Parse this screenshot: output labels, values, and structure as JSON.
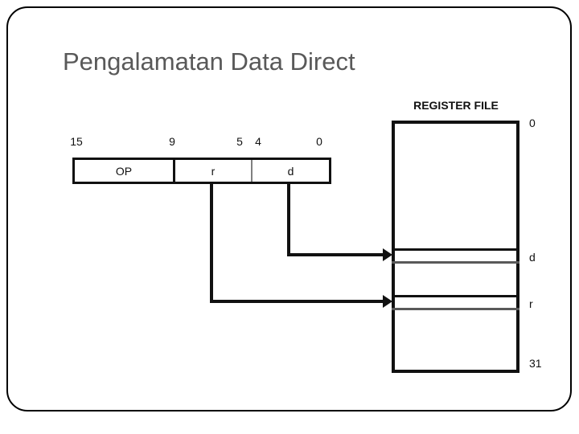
{
  "slide": {
    "title": "Pengalamatan Data Direct",
    "title_color": "#595959",
    "frame_color": "#000000",
    "background": "#ffffff"
  },
  "instruction_word": {
    "bit_labels": [
      "15",
      "9",
      "5",
      "4",
      "0"
    ],
    "fields": [
      {
        "name": "op",
        "label": "OP"
      },
      {
        "name": "r",
        "label": "r"
      },
      {
        "name": "d",
        "label": "d"
      }
    ]
  },
  "register_file": {
    "title": "REGISTER FILE",
    "top_index": "0",
    "bottom_index": "31",
    "highlighted_rows": [
      {
        "name": "d",
        "label": "d"
      },
      {
        "name": "r",
        "label": "r"
      }
    ]
  },
  "connectors": [
    {
      "from": "d",
      "to": "register-row-d"
    },
    {
      "from": "r",
      "to": "register-row-r"
    }
  ]
}
